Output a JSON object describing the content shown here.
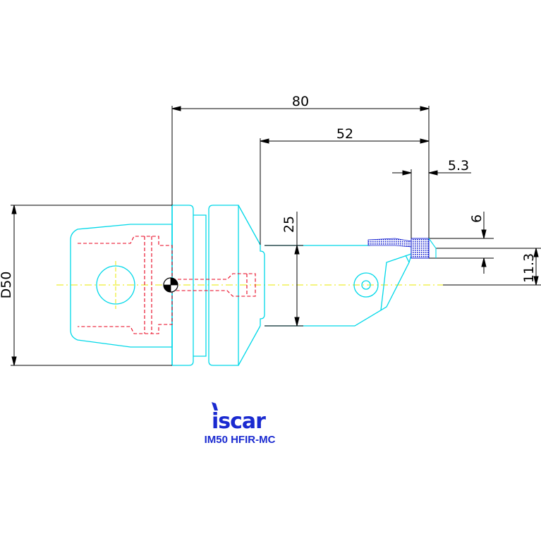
{
  "colors": {
    "outline": "#00d8e8",
    "hidden": "#e8001c",
    "centerline": "#e8e800",
    "dimension": "#000000",
    "insert": "#1520d0",
    "brand": "#1a2ad0"
  },
  "dimensions": {
    "overall_length": "80",
    "reach_length": "52",
    "offset": "5.3",
    "shank_height": "25",
    "cut_width": "6",
    "cut_depth": "11.3",
    "diameter": "D50"
  },
  "logo": {
    "brand": "iscar"
  },
  "part": {
    "designation": "IM50 HFIR-MC"
  }
}
